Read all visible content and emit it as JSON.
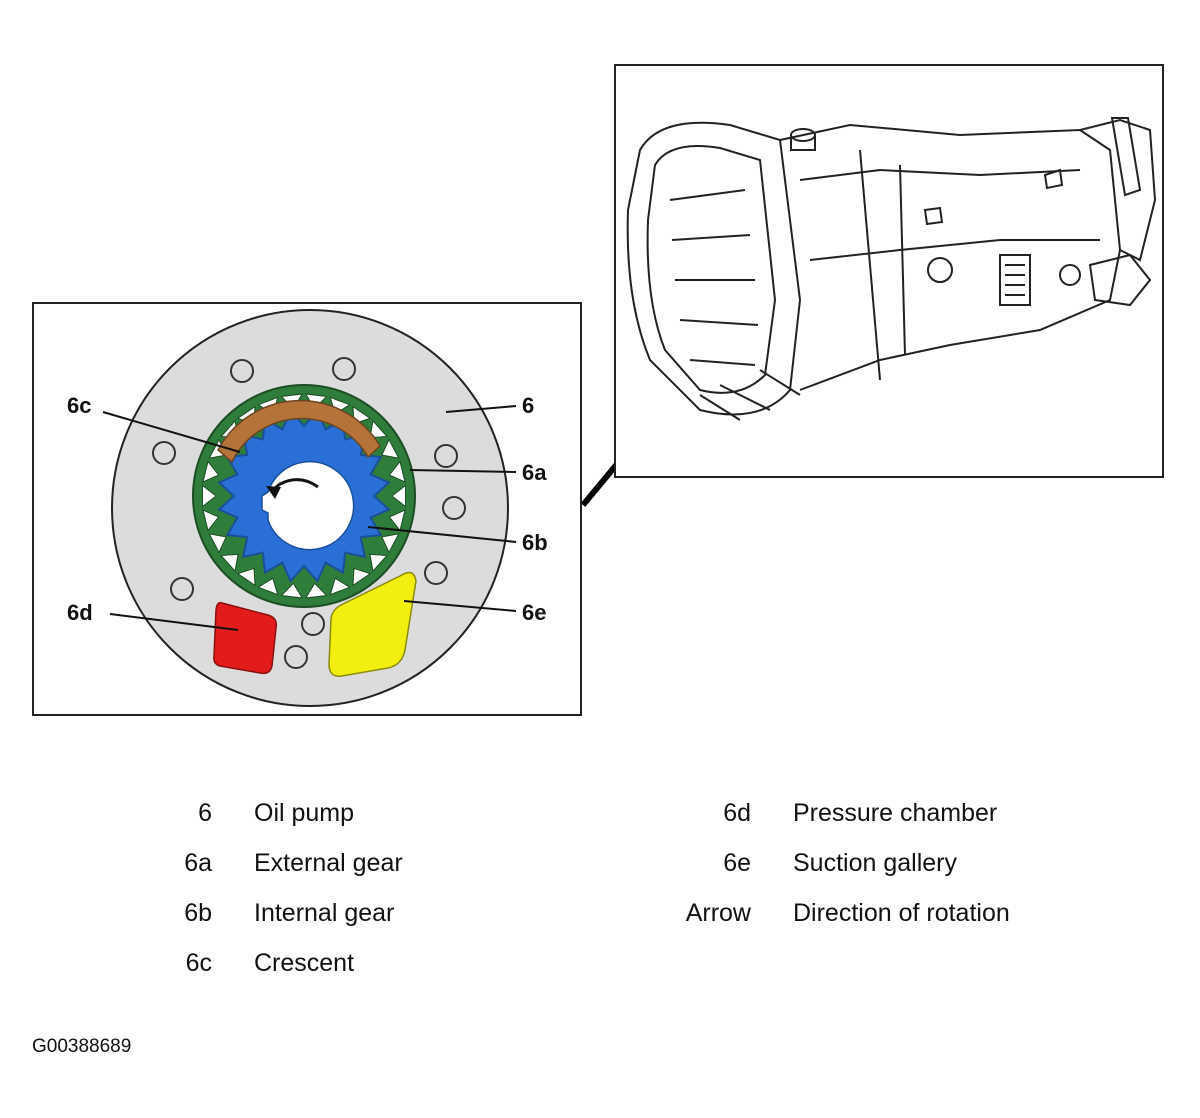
{
  "callouts": {
    "oil_pump": "6",
    "external_gear": "6a",
    "internal_gear": "6b",
    "crescent": "6c",
    "pressure_chamber": "6d",
    "suction_gallery": "6e"
  },
  "legend": {
    "left": [
      {
        "code": "6",
        "description": "Oil pump"
      },
      {
        "code": "6a",
        "description": "External gear"
      },
      {
        "code": "6b",
        "description": "Internal gear"
      },
      {
        "code": "6c",
        "description": "Crescent"
      }
    ],
    "right": [
      {
        "code": "6d",
        "description": "Pressure chamber"
      },
      {
        "code": "6e",
        "description": "Suction gallery"
      },
      {
        "code": "Arrow",
        "description": "Direction of rotation"
      }
    ]
  },
  "figure_id": "G00388689",
  "colors": {
    "pump_body": "#dcdcdc",
    "external_gear": "#2e7d3a",
    "internal_gear": "#2a6fd6",
    "crescent": "#b5733a",
    "pressure_chamber": "#e31b1b",
    "suction_gallery": "#f2ee10"
  }
}
